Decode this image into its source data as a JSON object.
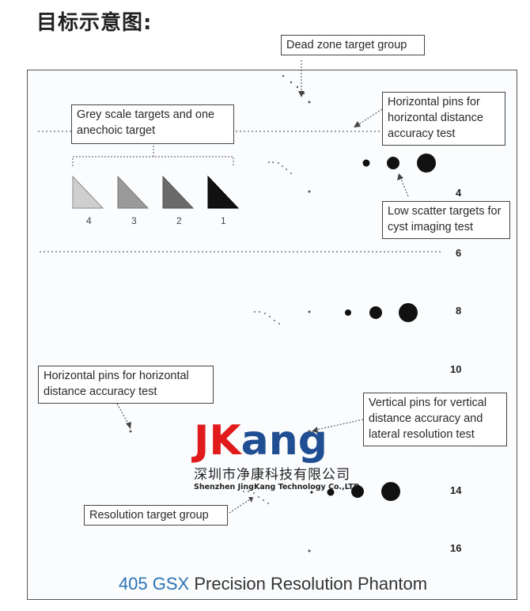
{
  "page_title": "目标示意图:",
  "labels": {
    "dead_zone": "Dead zone target group",
    "horizontal_pins_top": "Horizontal pins for horizontal distance accuracy test",
    "grey_scale": "Grey scale targets and one anechoic target",
    "low_scatter": "Low scatter targets for cyst imaging test",
    "horizontal_pins_mid": "Horizontal pins for horizontal distance accuracy test",
    "vertical_pins": "Vertical pins for vertical distance accuracy and lateral resolution test",
    "resolution": "Resolution target group"
  },
  "grey_scale_numbers": [
    "4",
    "3",
    "2",
    "1"
  ],
  "depth_marks": [
    "4",
    "6",
    "8",
    "10",
    "14",
    "16"
  ],
  "logo": {
    "brand_j": "J",
    "brand_k": "K",
    "brand_rest": "ang",
    "chinese": "深圳市净康科技有限公司",
    "english": "Shenzhen JingKang Technology Co.,LTD"
  },
  "footer": {
    "model": "405 GSX",
    "name": "Precision Resolution Phantom"
  },
  "colors": {
    "brand_red": "#e11b1b",
    "brand_blue": "#1f4e93",
    "footer_blue": "#2b73b5"
  }
}
